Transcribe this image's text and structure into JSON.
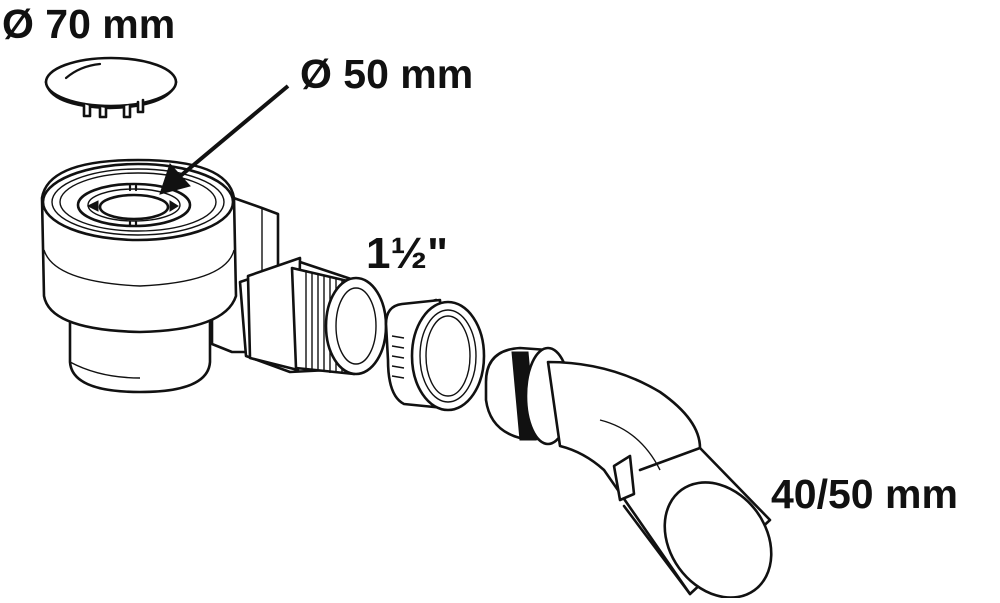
{
  "labels": {
    "cap_diameter": "Ø 70 mm",
    "outlet_diameter": "Ø 50 mm",
    "thread_size": "1½\"",
    "pipe_diameter": "40/50 mm"
  },
  "colors": {
    "line": "#111111",
    "background": "#ffffff"
  }
}
